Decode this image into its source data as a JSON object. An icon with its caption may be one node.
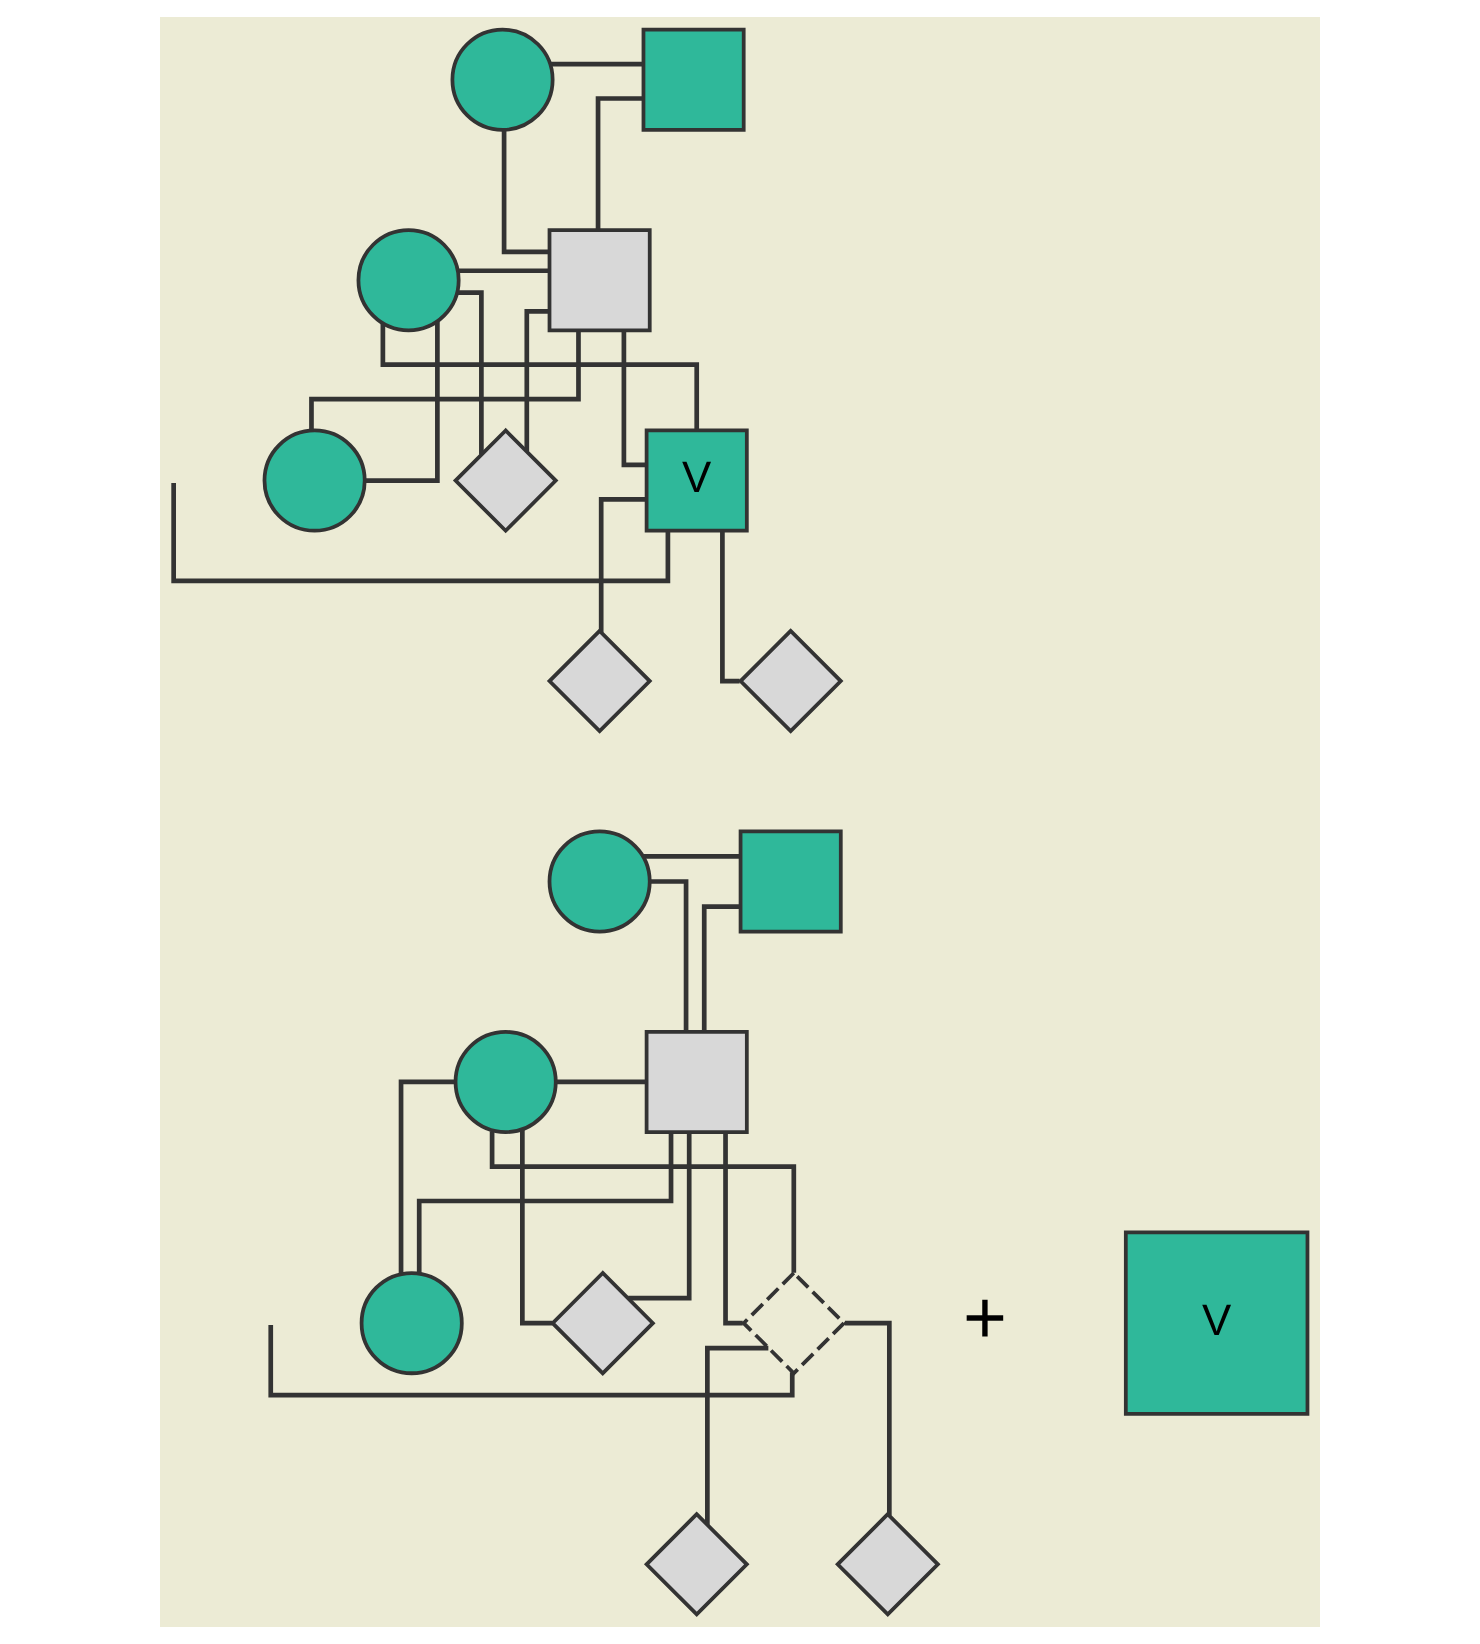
{
  "diagram": {
    "nodes": [
      {
        "text": [],
        "shape": "circle"
      },
      {
        "text": [],
        "shape": "box"
      },
      {
        "text": [],
        "shape": "box"
      },
      {
        "text": [],
        "shape": "circle"
      },
      {
        "text": [
          "V"
        ]
      },
      {
        "text": [],
        "shape": "circle"
      },
      {
        "text": [],
        "shape": "diamond"
      },
      {
        "text": [],
        "shape": "diamond"
      },
      {
        "text": [],
        "shape": "diamond"
      },
      {
        "text": [],
        "shape": "circle"
      },
      {
        "text": [],
        "shape": "box"
      },
      {
        "text": [],
        "shape": "box"
      },
      {
        "text": [],
        "shape": "circle"
      },
      {
        "text": [],
        "shape": "diamond"
      },
      {
        "text": [],
        "shape": "circle"
      },
      {
        "text": [],
        "shape": "diamond"
      },
      {
        "text": [],
        "shape": "diamond"
      },
      {
        "text": [],
        "shape": "diamond"
      },
      {
        "text": [
          "V"
        ]
      }
    ],
    "edges": [
      {
        "from": 0,
        "to": 1,
        "arrow": "none"
      },
      {
        "from": 0,
        "to": 2,
        "arrow": "none"
      },
      {
        "from": 1,
        "to": 2,
        "arrow": "none"
      },
      {
        "from": 3,
        "to": 2,
        "arrow": "none"
      },
      {
        "from": 3,
        "to": 4,
        "arrow": "none"
      },
      {
        "from": 3,
        "to": 5,
        "arrow": "none"
      },
      {
        "from": 3,
        "to": 6,
        "arrow": "none"
      },
      {
        "from": 2,
        "to": 4,
        "arrow": "none"
      },
      {
        "from": 2,
        "to": 5,
        "arrow": "none"
      },
      {
        "from": 2,
        "to": 6,
        "arrow": "none"
      },
      {
        "from": null,
        "to": 4,
        "arrow": "none"
      },
      {
        "from": 4,
        "to": 7,
        "arrow": "none"
      },
      {
        "from": 4,
        "to": 8,
        "arrow": "none"
      },
      {
        "from": 9,
        "to": 10,
        "arrow": "none"
      },
      {
        "from": 9,
        "to": 11,
        "arrow": "none"
      },
      {
        "from": 10,
        "to": 11,
        "arrow": "none"
      },
      {
        "from": 12,
        "to": 11,
        "arrow": "none"
      },
      {
        "from": 12,
        "to": 13,
        "arrow": "none"
      },
      {
        "from": 12,
        "to": 14,
        "arrow": "none"
      },
      {
        "from": 12,
        "to": 15,
        "arrow": "none"
      },
      {
        "from": 11,
        "to": 13,
        "arrow": "none"
      },
      {
        "from": 11,
        "to": 14,
        "arrow": "none"
      },
      {
        "from": 11,
        "to": 15,
        "arrow": "none"
      },
      {
        "from": null,
        "to": 13,
        "arrow": "none"
      },
      {
        "from": 13,
        "to": 16,
        "arrow": "none"
      },
      {
        "from": 13,
        "to": 17,
        "arrow": "none"
      }
    ],
    "labels": [
      "+"
    ]
  }
}
